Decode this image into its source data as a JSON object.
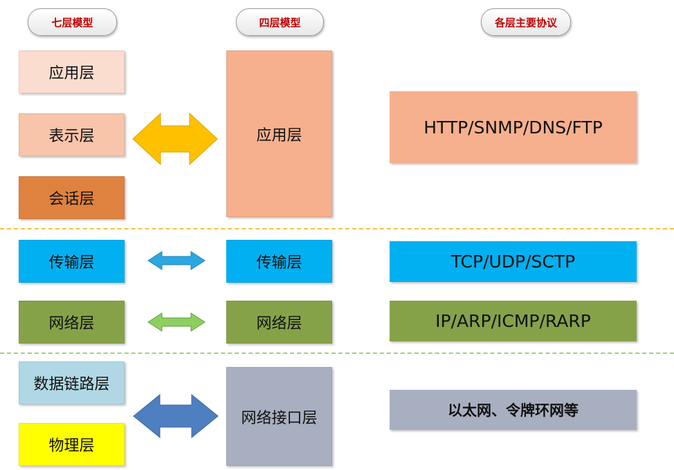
{
  "headers": {
    "seven_layer": "七层模型",
    "four_layer": "四层模型",
    "protocols": "各层主要协议"
  },
  "osi_layers": {
    "application": "应用层",
    "presentation": "表示层",
    "session": "会话层",
    "transport": "传输层",
    "network": "网络层",
    "data_link": "数据链路层",
    "physical": "物理层"
  },
  "tcpip_layers": {
    "application": "应用层",
    "transport": "传输层",
    "network": "网络层",
    "link": "网络接口层"
  },
  "protocols": {
    "application": "HTTP/SNMP/DNS/FTP",
    "transport": "TCP/UDP/SCTP",
    "network": "IP/ARP/ICMP/RARP",
    "link": "以太网、令牌环网等"
  },
  "colors": {
    "app_light": "#fbddd0",
    "app_mid": "#f8c4aa",
    "app_main": "#f7b08e",
    "session": "#df8240",
    "transport": "#00b0f0",
    "network": "#86a249",
    "data_link": "#b0d8e4",
    "physical": "#ffff00",
    "link_gray": "#a8afc0",
    "arrow_yellow": "#ffc000",
    "arrow_blue": "#2ca7df",
    "arrow_green": "#8dd060",
    "arrow_steel": "#4d7fc1",
    "divider_yellow": "#f5c242",
    "divider_green": "#9bd47a"
  }
}
